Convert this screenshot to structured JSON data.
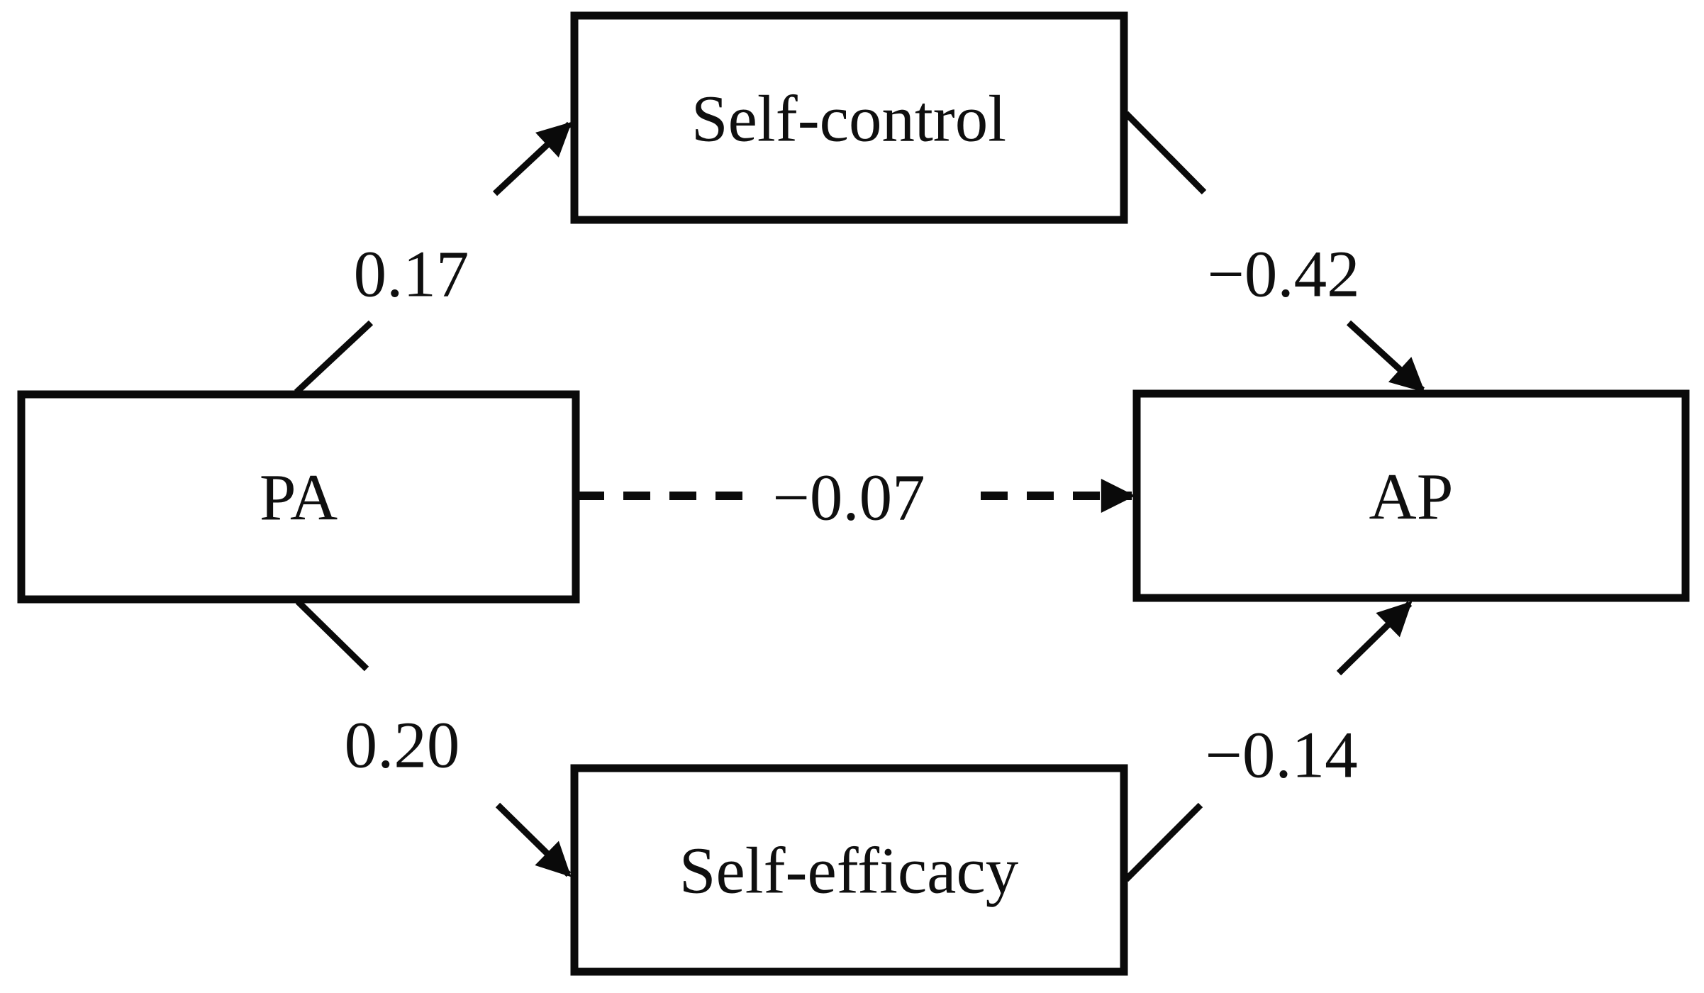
{
  "diagram": {
    "type": "mediation-path-model",
    "nodes": [
      {
        "id": "self-control",
        "label": "Self-control",
        "role": "mediator-top"
      },
      {
        "id": "pa",
        "label": "PA",
        "role": "predictor-left"
      },
      {
        "id": "ap",
        "label": "AP",
        "role": "outcome-right"
      },
      {
        "id": "self-efficacy",
        "label": "Self-efficacy",
        "role": "mediator-bottom"
      }
    ],
    "edges": [
      {
        "from": "PA",
        "to": "Self-control",
        "coefficient": "0.17",
        "style": "solid"
      },
      {
        "from": "Self-control",
        "to": "AP",
        "coefficient": "−0.42",
        "style": "solid"
      },
      {
        "from": "PA",
        "to": "AP",
        "coefficient": "−0.07",
        "style": "dashed"
      },
      {
        "from": "PA",
        "to": "Self-efficacy",
        "coefficient": "0.20",
        "style": "solid"
      },
      {
        "from": "Self-efficacy",
        "to": "AP",
        "coefficient": "−0.14",
        "style": "solid"
      }
    ],
    "colors": {
      "line": "#0a0a0a",
      "text": "#0f0f0f",
      "background": "#ffffff"
    }
  }
}
